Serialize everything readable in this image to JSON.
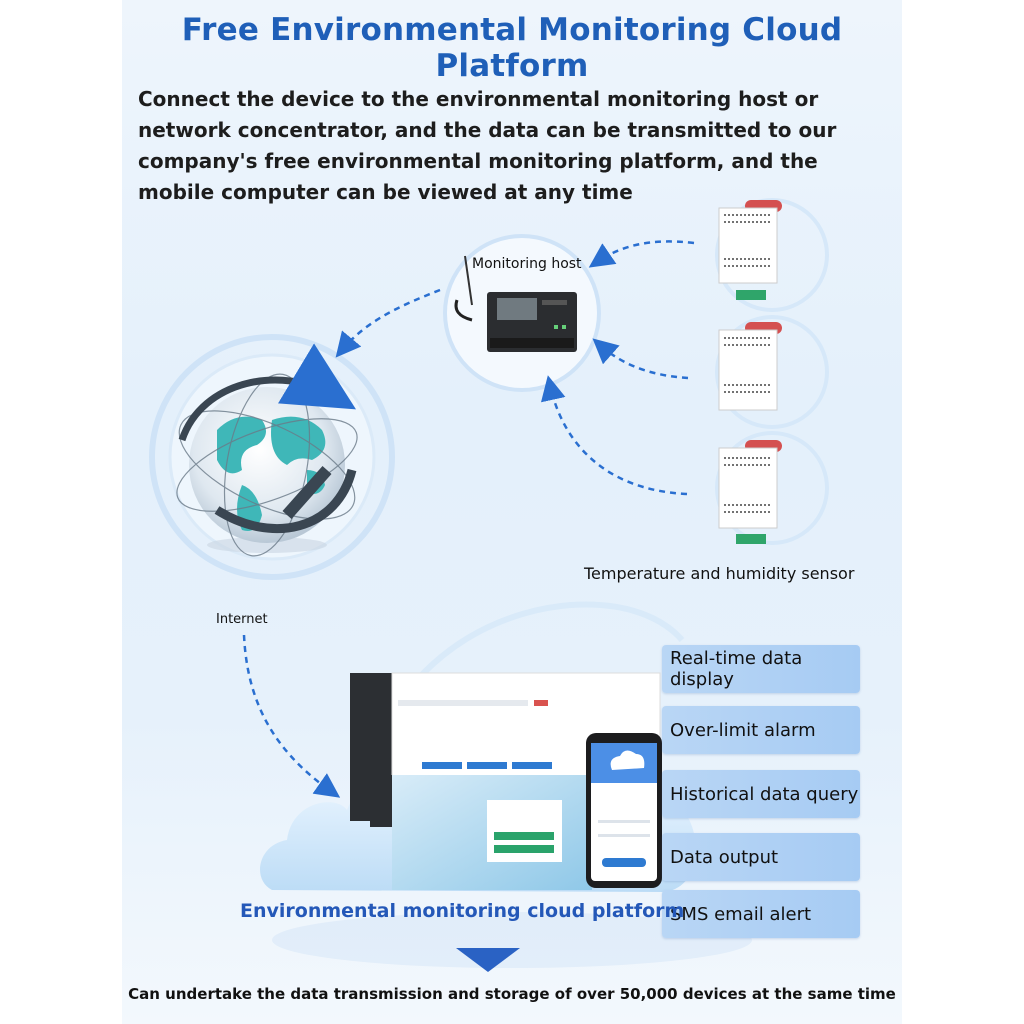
{
  "title": "Free Environmental Monitoring Cloud Platform",
  "description": "Connect the device to the environmental monitoring host or network concentrator, and the data can be transmitted to our company's free environmental monitoring platform, and the mobile computer can be viewed at any time",
  "monitoring_host_label": "Monitoring host",
  "sensor_label": "Temperature and humidity sensor",
  "internet_label": "Internet",
  "features": [
    "Real-time data display",
    "Over-limit alarm",
    "Historical data query",
    "Data output",
    "SMS email alert"
  ],
  "cloud_platform_label": "Environmental monitoring cloud platform",
  "footer": "Can undertake the data transmission and storage of over 50,000 devices at the same time",
  "colors": {
    "title_blue": "#1f5fb8",
    "feature_bg": "#a6cbf3",
    "arrow_blue": "#2a6fd0",
    "sensor_terminal_green": "#2fa56a"
  },
  "icons": [
    "globe-icon",
    "antenna-icon",
    "cloud-icon",
    "down-arrow-icon"
  ]
}
